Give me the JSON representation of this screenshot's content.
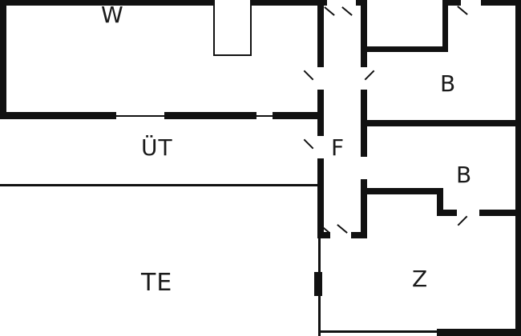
{
  "floorplan": {
    "type": "architectural-floor-plan",
    "rooms": [
      {
        "id": "w",
        "label": "W"
      },
      {
        "id": "ut",
        "label": "ÜT"
      },
      {
        "id": "te",
        "label": "TE"
      },
      {
        "id": "f",
        "label": "F"
      },
      {
        "id": "b1",
        "label": "B"
      },
      {
        "id": "b2",
        "label": "B"
      },
      {
        "id": "z",
        "label": "Z"
      }
    ],
    "colors": {
      "wall": "#111111",
      "background": "#ffffff",
      "label": "#1a1a1a"
    }
  }
}
